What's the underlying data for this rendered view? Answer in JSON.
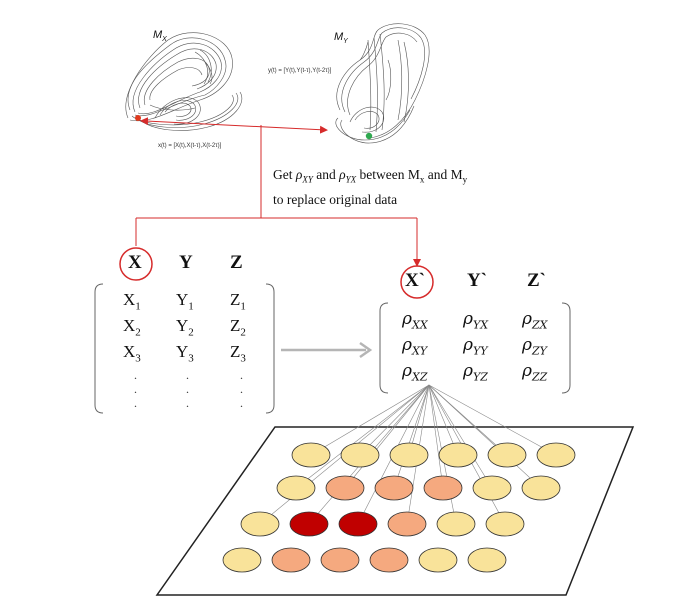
{
  "attractors": {
    "mx": {
      "label": "M",
      "sub": "X",
      "equation": "x(t) = [X(t),X(t-τ),X(t-2τ)]"
    },
    "my": {
      "label": "M",
      "sub": "Y",
      "equation": "y(t) = [Y(t),Y(t-τ),Y(t-2τ)]"
    }
  },
  "description": {
    "line1_pre": "Get ",
    "rho1": "ρ",
    "rho1_sub": "XY",
    "mid": " and ",
    "rho2": "ρ",
    "rho2_sub": "YX",
    "line1_post": " between M",
    "mx_sub": "x",
    "and2": " and M",
    "my_sub": "y",
    "line2": "to replace original data"
  },
  "original_matrix": {
    "headers": [
      "X",
      "Y",
      "Z"
    ],
    "rows": [
      [
        "X",
        "1",
        "Y",
        "1",
        "Z",
        "1"
      ],
      [
        "X",
        "2",
        "Y",
        "2",
        "Z",
        "2"
      ],
      [
        "X",
        "3",
        "Y",
        "3",
        "Z",
        "3"
      ]
    ],
    "ellipsis": "."
  },
  "new_matrix": {
    "headers": [
      "X`",
      "Y`",
      "Z`"
    ],
    "rows": [
      [
        [
          "ρ",
          "XX"
        ],
        [
          "ρ",
          "YX"
        ],
        [
          "ρ",
          "ZX"
        ]
      ],
      [
        [
          "ρ",
          "XY"
        ],
        [
          "ρ",
          "YY"
        ],
        [
          "ρ",
          "ZY"
        ]
      ],
      [
        [
          "ρ",
          "XZ"
        ],
        [
          "ρ",
          "YZ"
        ],
        [
          "ρ",
          "ZZ"
        ]
      ]
    ]
  },
  "grid": {
    "rows": [
      [
        "#f9e39a",
        "#f9e39a",
        "#f9e39a",
        "#f9e39a",
        "#f9e39a",
        "#f9e39a"
      ],
      [
        "#f9e39a",
        "#f5a97f",
        "#f5a97f",
        "#f5a97f",
        "#f9e39a",
        "#f9e39a"
      ],
      [
        "#f9e39a",
        "#c00000",
        "#c00000",
        "#f5a97f",
        "#f9e39a",
        "#f9e39a"
      ],
      [
        "#f9e39a",
        "#f5a97f",
        "#f5a97f",
        "#f5a97f",
        "#f9e39a",
        "#f9e39a"
      ]
    ]
  },
  "colors": {
    "red_connector": "#d62b2b",
    "highlight_circle": "#d62b2b",
    "arrow_gray": "#b5b5b5",
    "trajectory_gray": "#555555",
    "point_red": "#e03a1e",
    "point_green": "#2fa84f"
  }
}
